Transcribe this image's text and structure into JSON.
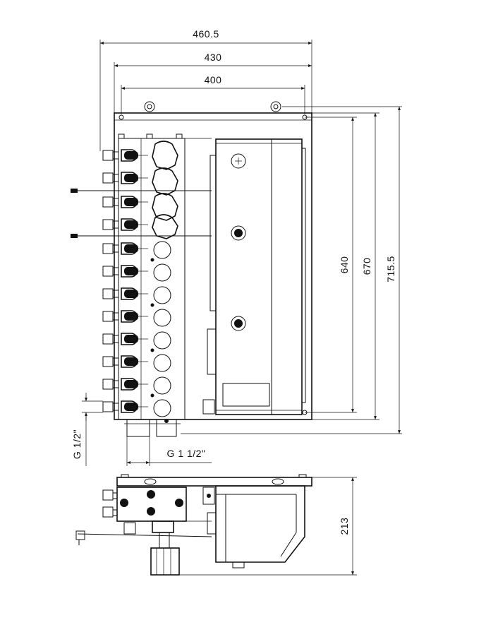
{
  "dimensions": {
    "overall_width": "460.5",
    "plate_width": "430",
    "hole_spacing_horizontal": "400",
    "hole_spacing_vertical": "640",
    "plate_height": "670",
    "overall_height": "715.5",
    "side_connection": "G 1/2\"",
    "main_connection": "G 1 1/2\"",
    "depth": "213"
  },
  "colors": {
    "line": "#111111",
    "background": "#ffffff"
  }
}
